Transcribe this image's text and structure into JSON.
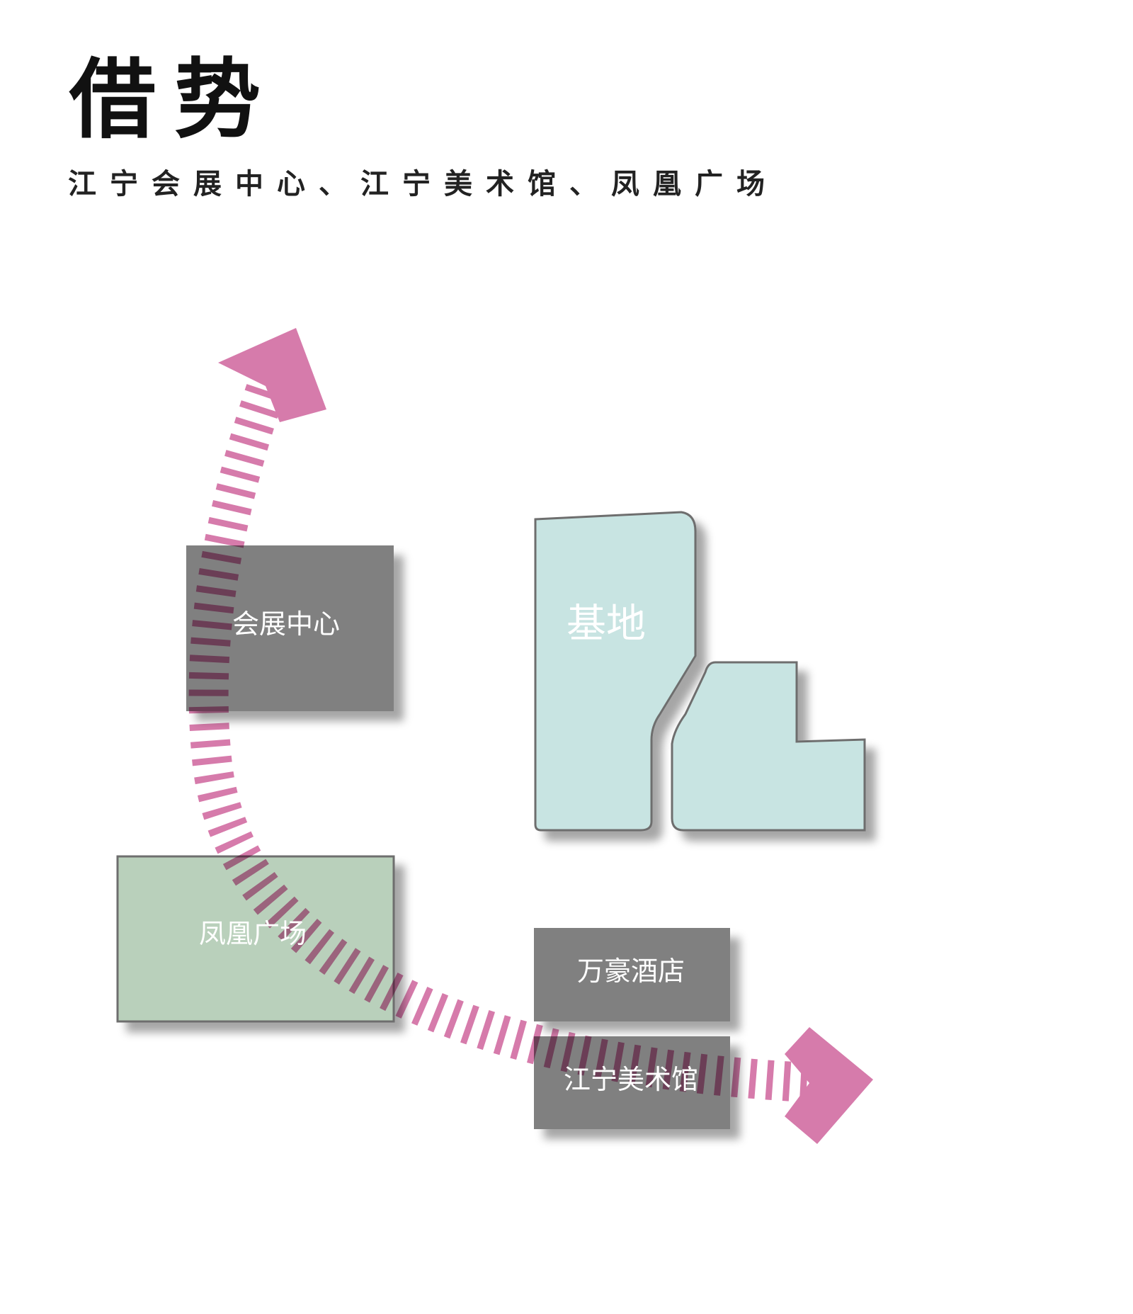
{
  "title": "借势",
  "subtitle": "江宁会展中心、江宁美术馆、凤凰广场",
  "colors": {
    "gray_block": "#808080",
    "site": "#c8e4e2",
    "plaza": "#b9d0bb",
    "arrow": "#d67bab",
    "outline": "#6e6e6e"
  },
  "blocks": {
    "exhibition_center": "会展中心",
    "site": "基地",
    "phoenix_plaza": "凤凰广场",
    "marriott_hotel": "万豪酒店",
    "art_museum": "江宁美术馆"
  }
}
